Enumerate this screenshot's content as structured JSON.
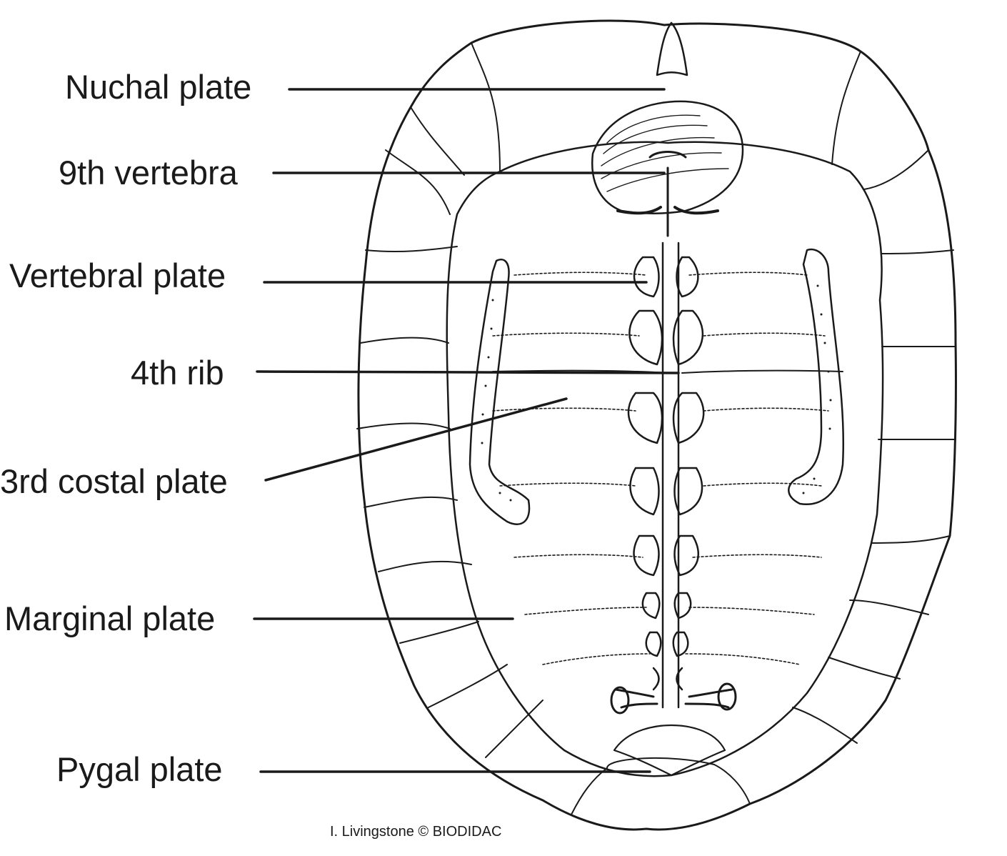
{
  "labels": {
    "nuchal_plate": "Nuchal plate",
    "ninth_vertebra": "9th vertebra",
    "vertebral_plate": "Vertebral plate",
    "fourth_rib": "4th rib",
    "third_costal_plate": "3rd costal plate",
    "marginal_plate": "Marginal plate",
    "pygal_plate": "Pygal plate"
  },
  "credit": "I. Livingstone © BIODIDAC",
  "colors": {
    "ink": "#1a1a1a",
    "background": "#ffffff"
  }
}
